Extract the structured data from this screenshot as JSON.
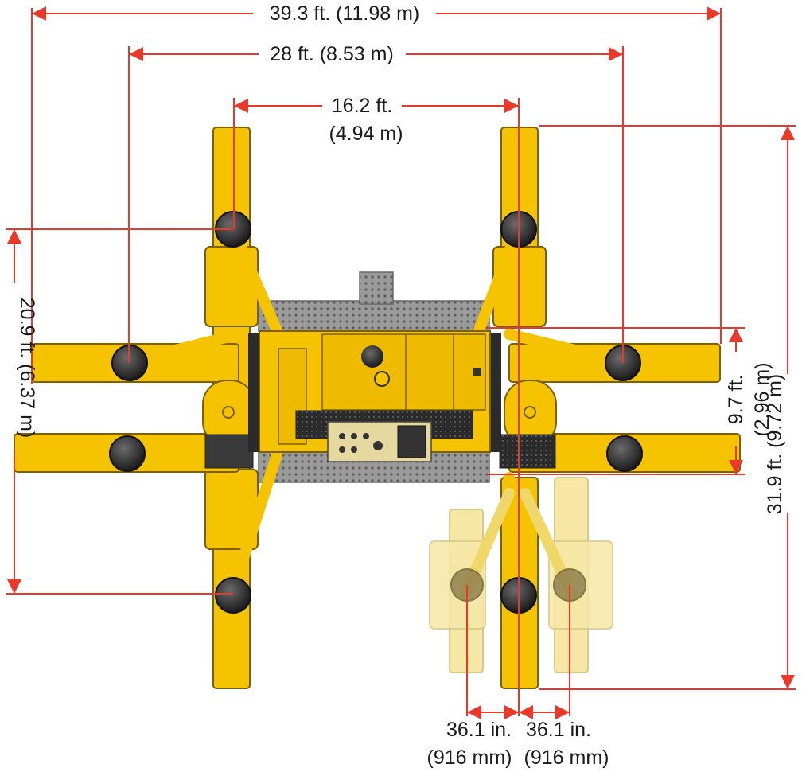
{
  "dimensions": {
    "overall_width": "39.3 ft. (11.98 m)",
    "stabilizer_span": "28 ft. (8.53 m)",
    "track_span_line1": "16.2 ft.",
    "track_span_line2": "(4.94 m)",
    "track_length": "20.9 ft. (6.37 m)",
    "body_width_line1": "9.7 ft.",
    "body_width_line2": "(2.96 m)",
    "overall_length": "31.9 ft. (9.72 m)",
    "step_left_line1": "36.1 in.",
    "step_left_line2": "(916 mm)",
    "step_right_line1": "36.1 in.",
    "step_right_line2": "(916 mm)"
  },
  "colors": {
    "dimension_line": "#e8392b",
    "machine_yellow": "#f6c300",
    "machine_dark": "#2b2b2b",
    "ghost_leg": "#f7e7a6"
  }
}
